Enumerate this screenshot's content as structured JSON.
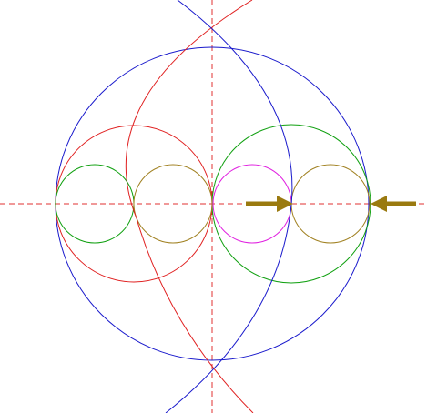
{
  "colors": {
    "background": "#ffffff",
    "axis": "#e03030",
    "outer_circle": "#1a1acc",
    "red_circle": "#e02020",
    "green_circle": "#10a010",
    "olive_circle": "#a08020",
    "magenta_circle": "#e020e0",
    "arrow": "#9a7a10"
  },
  "figure": {
    "description_elements": [
      "horizontal-axis",
      "vertical-axis",
      "outer-circle",
      "left-red-circle",
      "right-green-circle",
      "small-green-circle",
      "small-olive-circle-left",
      "small-olive-circle-right",
      "magenta-circle",
      "red-arc",
      "blue-arc",
      "arrow-right-pointing",
      "arrow-left-pointing"
    ]
  }
}
